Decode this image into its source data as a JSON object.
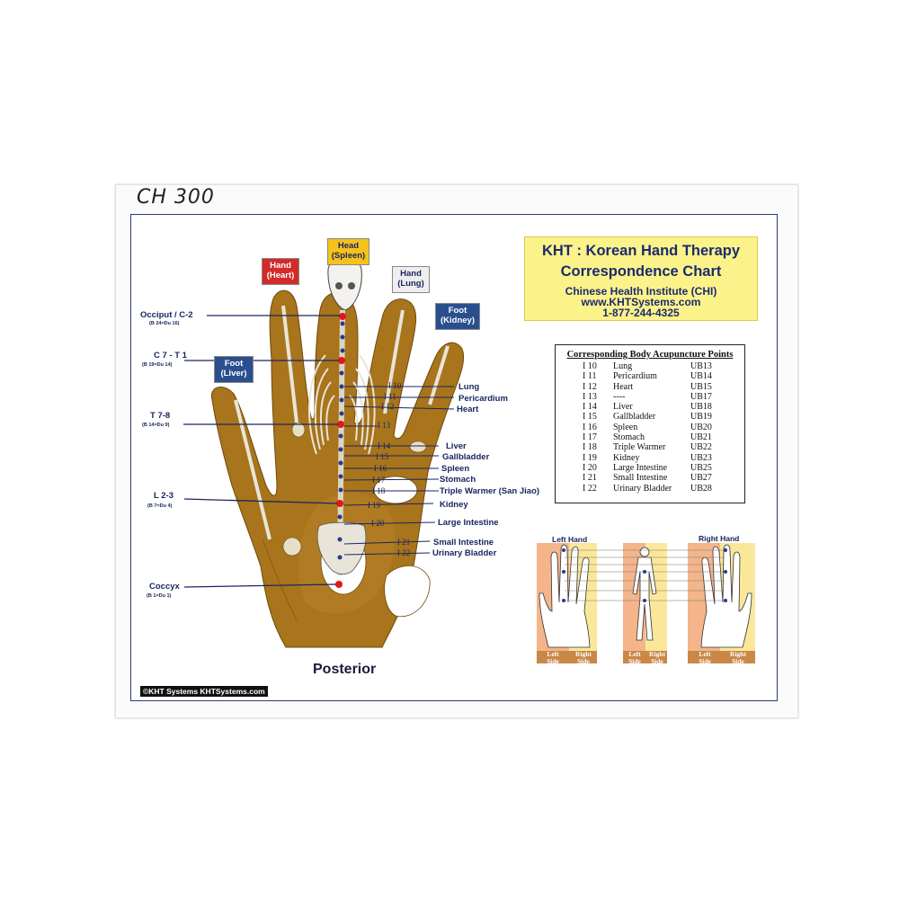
{
  "handwritten_note": "CH 300",
  "title": {
    "line1": "KHT : Korean Hand Therapy",
    "line2": "Correspondence Chart",
    "org": "Chinese Health Institute (CHI)",
    "url": "www.KHTSystems.com",
    "phone": "1-877-244-4325"
  },
  "table": {
    "heading": "Corresponding Body Acupuncture Points",
    "rows": [
      [
        "I 10",
        "Lung",
        "UB13"
      ],
      [
        "I 11",
        "Pericardium",
        "UB14"
      ],
      [
        "I 12",
        "Heart",
        "UB15"
      ],
      [
        "I 13",
        "----",
        "UB17"
      ],
      [
        "I 14",
        "Liver",
        "UB18"
      ],
      [
        "I 15",
        "Gallbladder",
        "UB19"
      ],
      [
        "I 16",
        "Spleen",
        "UB20"
      ],
      [
        "I 17",
        "Stomach",
        "UB21"
      ],
      [
        "I 18",
        "Triple Warmer",
        "UB22"
      ],
      [
        "I 19",
        "Kidney",
        "UB23"
      ],
      [
        "I 20",
        "Large Intestine",
        "UB25"
      ],
      [
        "I 21",
        "Small Intestine",
        "UB27"
      ],
      [
        "I 22",
        "Urinary Bladder",
        "UB28"
      ]
    ]
  },
  "finger_tags": {
    "hand_heart": [
      "Hand",
      "(Heart)"
    ],
    "head_spleen": [
      "Head",
      "(Spleen)"
    ],
    "hand_lung": [
      "Hand",
      "(Lung)"
    ],
    "foot_kidney": [
      "Foot",
      "(Kidney)"
    ],
    "foot_liver": [
      "Foot",
      "(Liver)"
    ]
  },
  "spine_labels": {
    "occiput": "Occiput / C-2",
    "occiput_sub": "(B 24=Du 16)",
    "c7": "C 7 - T 1",
    "c7_sub": "(B 19=Du 14)",
    "t7": "T 7-8",
    "t7_sub": "(B 14=Du 9)",
    "l2": "L 2-3",
    "l2_sub": "(B 7=Du 4)",
    "coccyx": "Coccyx",
    "coccyx_sub": "(B 1=Du 1)"
  },
  "point_labels": [
    {
      "code": "I 10",
      "organ": "Lung"
    },
    {
      "code": "I 11",
      "organ": "Pericardium"
    },
    {
      "code": "I 12",
      "organ": "Heart"
    },
    {
      "code": "I 13",
      "organ": ""
    },
    {
      "code": "I 14",
      "organ": "Liver"
    },
    {
      "code": "I 15",
      "organ": "Gallbladder"
    },
    {
      "code": "I 16",
      "organ": "Spleen"
    },
    {
      "code": "I 17",
      "organ": "Stomach"
    },
    {
      "code": "I 18",
      "organ": "Triple Warmer (San Jiao)"
    },
    {
      "code": "I 19",
      "organ": "Kidney"
    },
    {
      "code": "I 20",
      "organ": "Large Intestine"
    },
    {
      "code": "I 21",
      "organ": "Small Intestine"
    },
    {
      "code": "I 22",
      "organ": "Urinary Bladder"
    }
  ],
  "view_label": "Posterior",
  "copyright": "©KHT Systems KHTSystems.com",
  "mini_diagram": {
    "left_hand": "Left Hand",
    "right_hand": "Right Hand",
    "left_side": "Left\nSide",
    "right_side": "Right\nSide"
  },
  "colors": {
    "hand": "#a8741c",
    "hand_dark": "#8a5c12",
    "navy": "#1a2660",
    "title_bg": "#fbf38a",
    "red_tag": "#d42a2a",
    "yellow_tag": "#f5c21a",
    "white_tag": "#eeeeee",
    "blue_tag": "#2b4f8e",
    "point_red": "#e01818"
  }
}
